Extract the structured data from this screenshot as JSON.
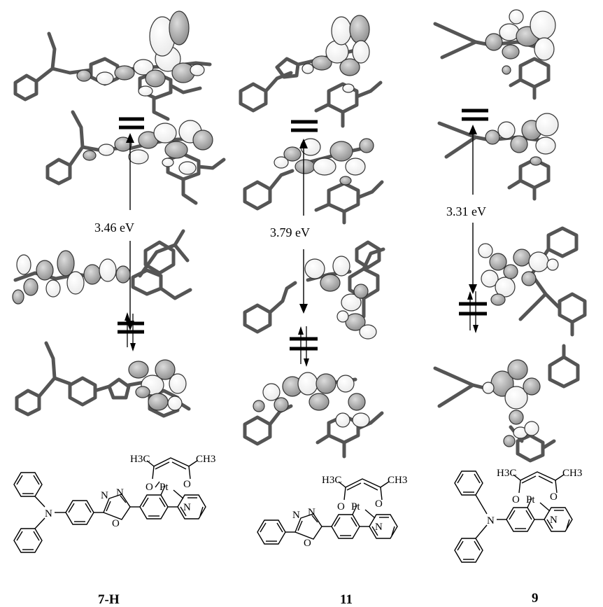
{
  "figure": {
    "columns": [
      {
        "id": "7h",
        "gap_label": "3.46 eV",
        "compound_label": "7-H",
        "structure": {
          "acac_left": "H3C",
          "acac_right": "CH3",
          "metal": "Pt",
          "o_left": "O",
          "o_right": "O",
          "pyr_n": "N",
          "amine_n": "N",
          "oxd_n1": "N",
          "oxd_n2": "N",
          "oxd_o": "O"
        }
      },
      {
        "id": "11",
        "gap_label": "3.79 eV",
        "compound_label": "11",
        "structure": {
          "acac_left": "H3C",
          "acac_right": "CH3",
          "metal": "Pt",
          "o_left": "O",
          "o_right": "O",
          "pyr_n": "N",
          "oxd_n1": "N",
          "oxd_n2": "N",
          "oxd_o": "O"
        }
      },
      {
        "id": "9",
        "gap_label": "3.31 eV",
        "compound_label": "9",
        "structure": {
          "acac_left": "H3C",
          "acac_right": "CH3",
          "metal": "Pt",
          "o_left": "O",
          "o_right": "O",
          "pyr_n": "N",
          "amine_n": "N"
        }
      }
    ]
  }
}
